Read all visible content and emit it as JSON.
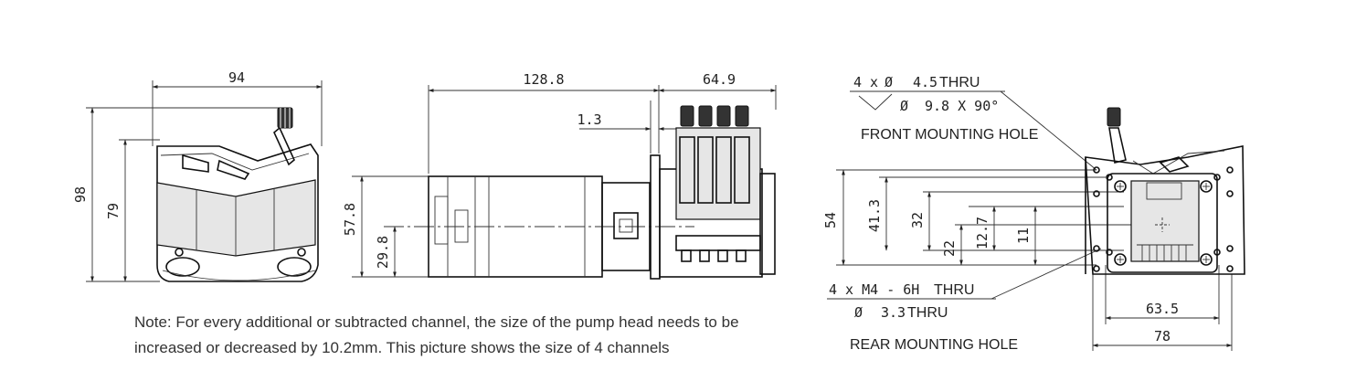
{
  "dimensions": {
    "front_width": "94",
    "front_height": "98",
    "front_inner_height": "79",
    "motor_length": "128.8",
    "head_length": "64.9",
    "flange_thickness": "1.3",
    "motor_height": "57.8",
    "axis_height": "29.8",
    "rear_height": "54",
    "rear_41": "41.3",
    "rear_32": "32",
    "rear_22": "22",
    "rear_12": "12.7",
    "rear_11": "11",
    "rear_w63": "63.5",
    "rear_w78": "78"
  },
  "callouts": {
    "front_hole_count": "4 x",
    "front_hole_symbol": "Ø",
    "front_hole_dia": "4.5",
    "front_hole_thru": "THRU",
    "front_csk_symbol": "Ø",
    "front_csk_spec": "9.8 X 90°",
    "front_title": "FRONT MOUNTING HOLE",
    "rear_hole_spec": "4 x  M4 - 6H",
    "rear_hole_thru": "THRU",
    "rear_symbol": "Ø",
    "rear_drill": "3.3",
    "rear_drill_thru": "THRU",
    "rear_title": "REAR MOUNTING HOLE"
  },
  "note": {
    "line1": "Note: For every additional or subtracted channel, the size of the pump head needs to be",
    "line2": "increased or decreased by 10.2mm. This picture shows the size of 4 channels"
  }
}
